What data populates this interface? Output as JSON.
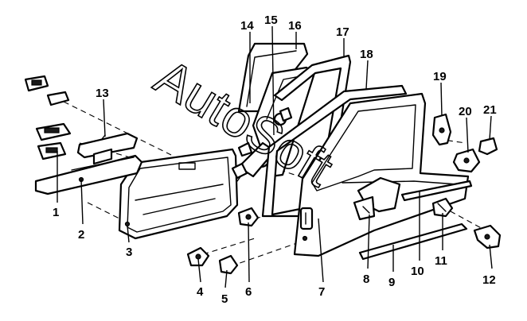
{
  "watermark": "AutoSoft",
  "callouts": [
    "1",
    "2",
    "3",
    "4",
    "5",
    "6",
    "7",
    "8",
    "9",
    "10",
    "11",
    "12",
    "13",
    "14",
    "15",
    "16",
    "17",
    "18",
    "19",
    "20",
    "21"
  ],
  "colors": {
    "ink": "#000000",
    "background": "#ffffff"
  }
}
